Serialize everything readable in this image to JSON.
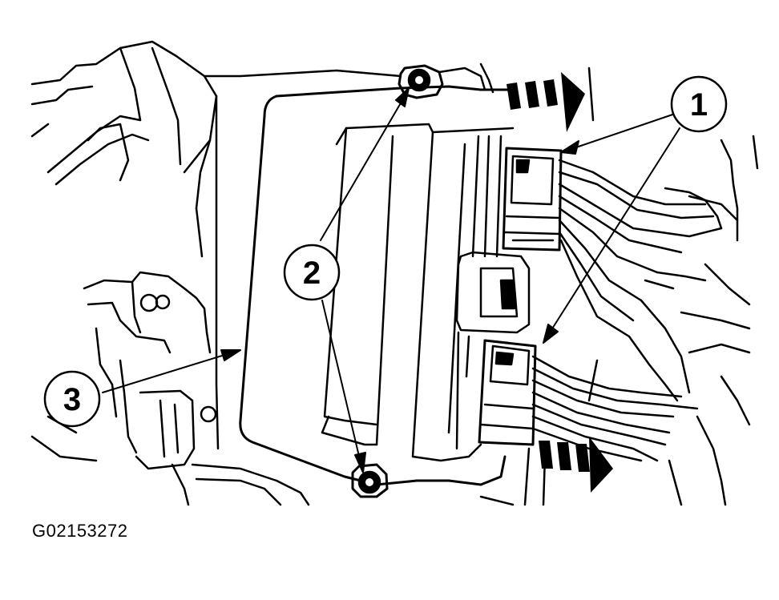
{
  "figure": {
    "id_label": "G02153272"
  },
  "callouts": [
    {
      "number": "1"
    },
    {
      "number": "2"
    },
    {
      "number": "3"
    }
  ],
  "colors": {
    "line": "#000000",
    "background": "#ffffff"
  }
}
